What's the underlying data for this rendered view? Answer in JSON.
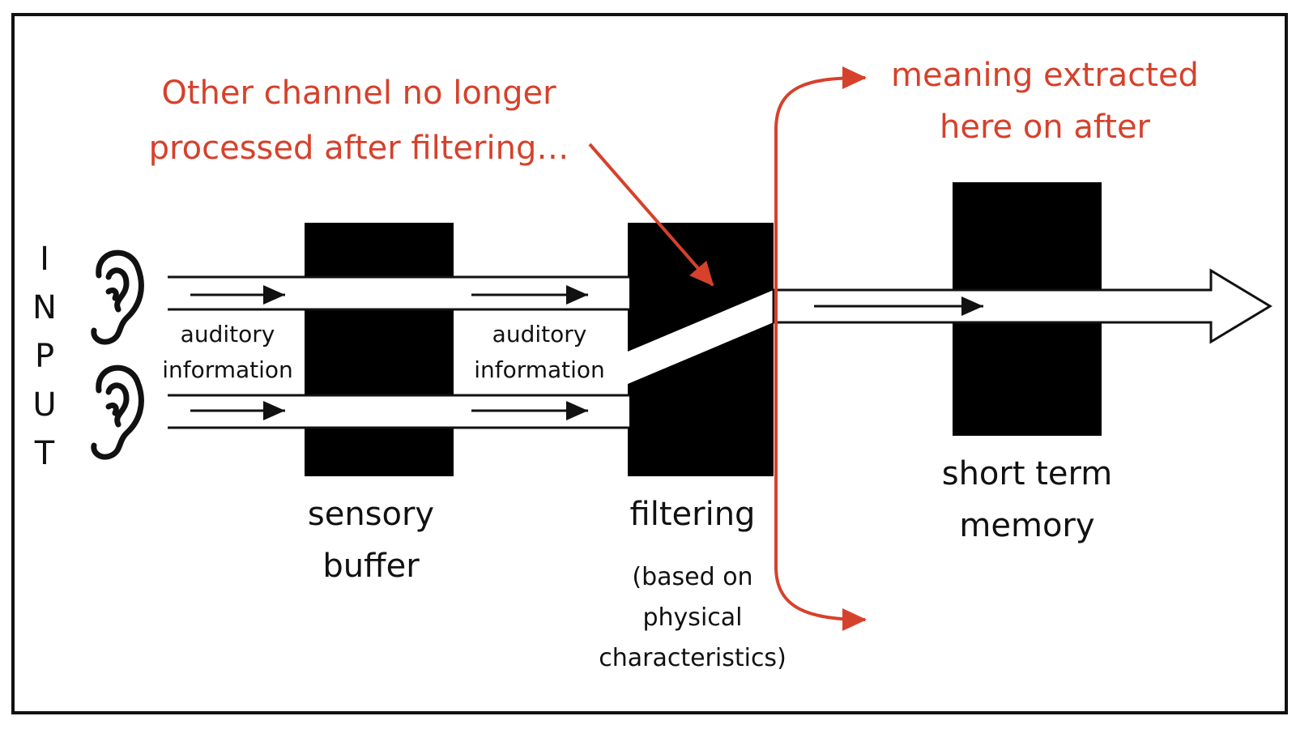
{
  "diagram": {
    "input_letters": [
      "I",
      "N",
      "P",
      "U",
      "T"
    ],
    "pathway_label_1": [
      "auditory",
      "information"
    ],
    "pathway_label_2": [
      "auditory",
      "information"
    ],
    "sensory_buffer_label": [
      "sensory",
      "buffer"
    ],
    "filtering_label": "filtering",
    "filtering_note": [
      "(based on",
      "physical",
      "characteristics)"
    ],
    "stm_label": [
      "short term",
      "memory"
    ],
    "other_channel_annotation": [
      "Other channel no longer",
      "processed after filtering…"
    ],
    "meaning_annotation": [
      "meaning extracted",
      "here on after"
    ],
    "colors": {
      "ink": "#111111",
      "annotation": "#d6412b",
      "block": "#000000",
      "background": "#ffffff"
    }
  }
}
